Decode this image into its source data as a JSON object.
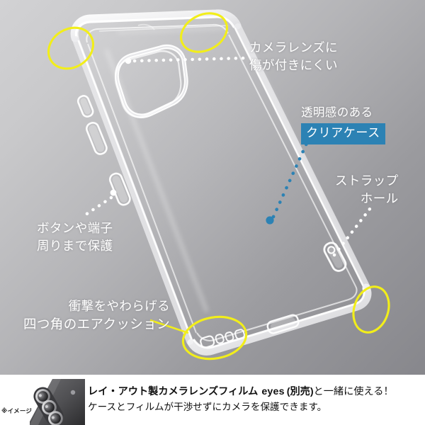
{
  "page": {
    "background_top_left": "#d2d2d4",
    "background_bottom_right": "#87878c",
    "highlight_color": "#f2ee1a",
    "accent_blue": "#2c82b4"
  },
  "product": {
    "name": "clear-phone-case",
    "description": "transparent TPU phone case shown at an angle"
  },
  "callouts": [
    {
      "id": "camera-lens",
      "lines": [
        "カメラレンズに",
        "傷が付きにくい"
      ],
      "leader": "white-dotted",
      "align": "left"
    },
    {
      "id": "clear-case",
      "lines": [
        "透明感のある"
      ],
      "chip": "クリアケース",
      "leader": "blue-dotted",
      "align": "left"
    },
    {
      "id": "strap-hole",
      "lines": [
        "ストラップ",
        "ホール"
      ],
      "leader": "white-dotted",
      "align": "right"
    },
    {
      "id": "button-port",
      "lines": [
        "ボタンや端子",
        "周りまで保護"
      ],
      "leader": "white-dotted",
      "align": "left"
    },
    {
      "id": "air-cushion",
      "lines": [
        "衝撃をやわらげる",
        "四つ角のエアクッション"
      ],
      "leader": "yellow-line",
      "align": "right"
    }
  ],
  "banner": {
    "caption": "※イメージ",
    "line1_prefix": "レイ・アウト製カメラレンズフィルム",
    "line1_product": "eyes",
    "line1_paren": "(別売)",
    "line1_suffix": "と一緒に使える！",
    "line2": "ケースとフィルムが干渉せずにカメラを保護できます。",
    "thumb_alt": "camera-lens-film-thumbnail"
  }
}
